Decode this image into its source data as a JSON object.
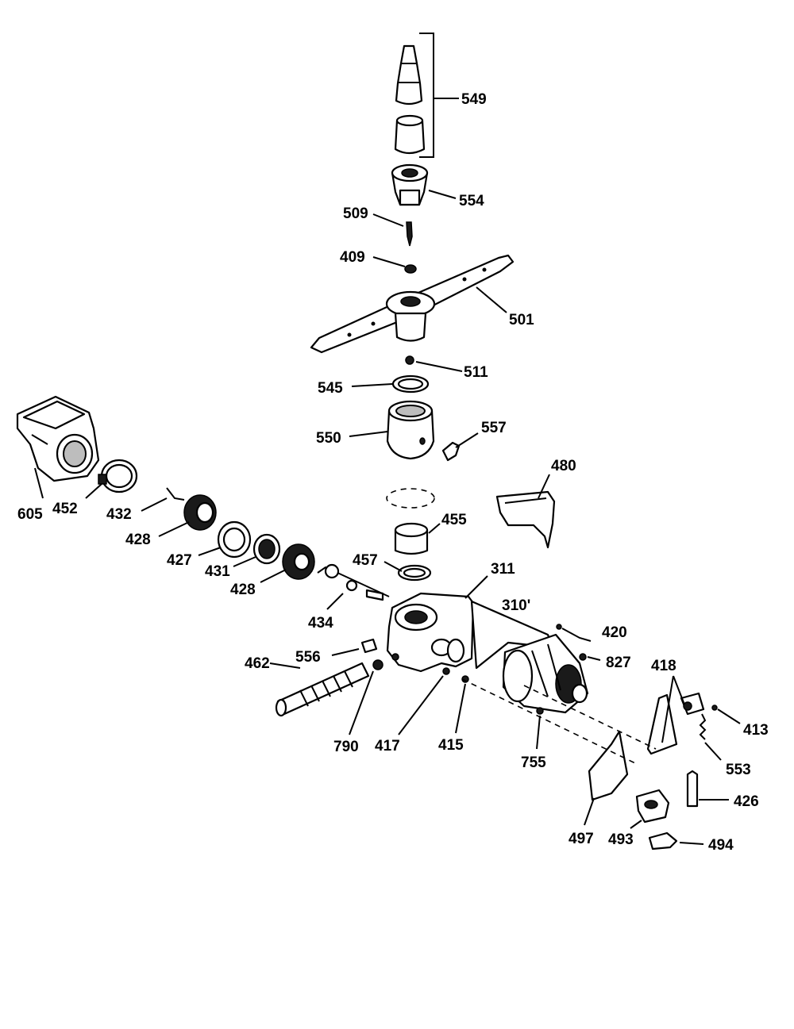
{
  "parts": [
    {
      "id": "549",
      "text": "549"
    },
    {
      "id": "554",
      "text": "554"
    },
    {
      "id": "509",
      "text": "509"
    },
    {
      "id": "409",
      "text": "409"
    },
    {
      "id": "501",
      "text": "501"
    },
    {
      "id": "511",
      "text": "511"
    },
    {
      "id": "545",
      "text": "545"
    },
    {
      "id": "550",
      "text": "550"
    },
    {
      "id": "557",
      "text": "557"
    },
    {
      "id": "605",
      "text": "605"
    },
    {
      "id": "452",
      "text": "452"
    },
    {
      "id": "432",
      "text": "432"
    },
    {
      "id": "428a",
      "text": "428"
    },
    {
      "id": "427",
      "text": "427"
    },
    {
      "id": "431",
      "text": "431"
    },
    {
      "id": "428b",
      "text": "428"
    },
    {
      "id": "480",
      "text": "480"
    },
    {
      "id": "455",
      "text": "455"
    },
    {
      "id": "457",
      "text": "457"
    },
    {
      "id": "311",
      "text": "311"
    },
    {
      "id": "310",
      "text": "310'"
    },
    {
      "id": "434",
      "text": "434"
    },
    {
      "id": "420",
      "text": "420"
    },
    {
      "id": "556",
      "text": "556"
    },
    {
      "id": "827",
      "text": "827"
    },
    {
      "id": "418",
      "text": "418"
    },
    {
      "id": "462",
      "text": "462"
    },
    {
      "id": "413",
      "text": "413"
    },
    {
      "id": "790",
      "text": "790"
    },
    {
      "id": "417",
      "text": "417"
    },
    {
      "id": "415",
      "text": "415"
    },
    {
      "id": "755",
      "text": "755"
    },
    {
      "id": "553",
      "text": "553"
    },
    {
      "id": "426",
      "text": "426"
    },
    {
      "id": "497",
      "text": "497"
    },
    {
      "id": "493",
      "text": "493"
    },
    {
      "id": "494",
      "text": "494"
    }
  ]
}
